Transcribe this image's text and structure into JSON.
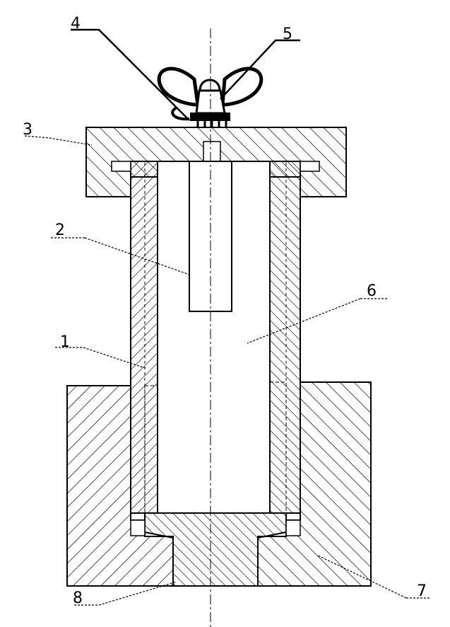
{
  "figure": {
    "labels": {
      "l1": "1",
      "l2": "2",
      "l3": "3",
      "l4": "4",
      "l5": "5",
      "l6": "6",
      "l7": "7",
      "l8": "8"
    }
  },
  "colors": {
    "ink": "#000000",
    "paper": "#ffffff"
  }
}
